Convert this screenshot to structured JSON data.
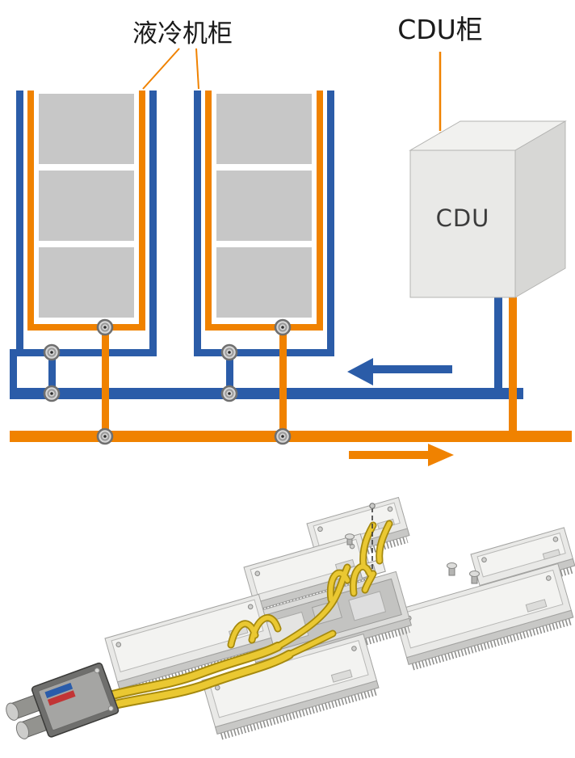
{
  "schematic": {
    "labels": {
      "cooling_cabinet": "液冷机柜",
      "cdu_cabinet": "CDU柜",
      "cdu_box": "CDU"
    },
    "cabinet_count": 2,
    "shelves_per_cabinet": 3,
    "valve_count": 8,
    "flow": {
      "supply_arrow_direction": "left",
      "return_arrow_direction": "right"
    }
  },
  "illustration": {
    "module_count": 7
  },
  "colors": {
    "pipe_blue": "#2B5CA8",
    "pipe_orange": "#F08200",
    "shelf_gray": "#C7C7C7",
    "hose_yellow": "#EAC832",
    "hose_outline": "#A5890E",
    "stripe_blue": "#2A5CAA",
    "stripe_red": "#C23535"
  }
}
